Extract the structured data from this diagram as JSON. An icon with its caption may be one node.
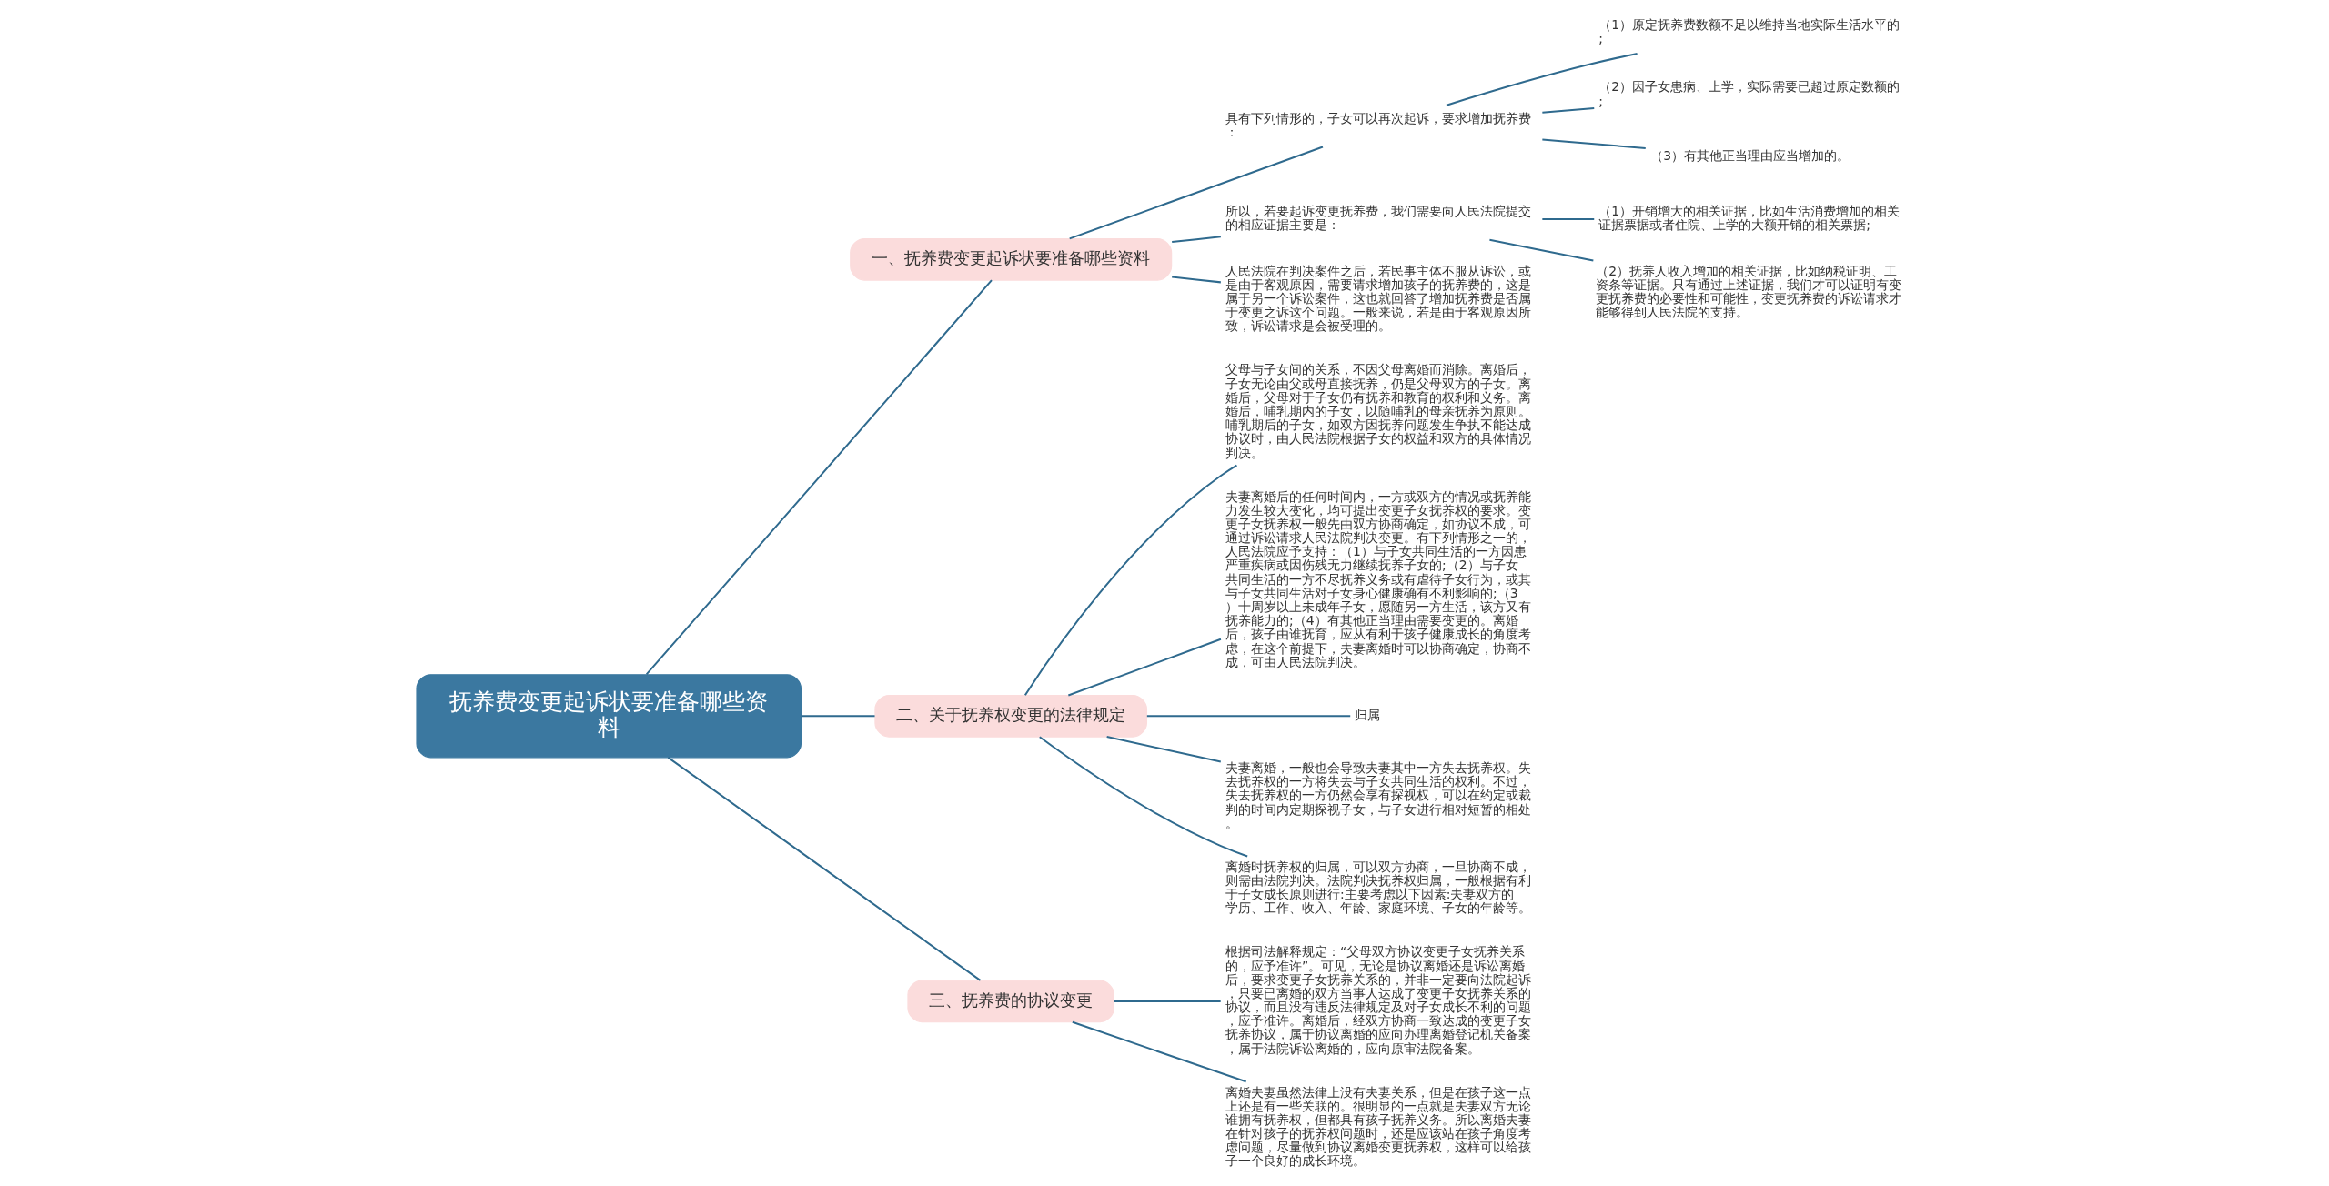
{
  "diagram": {
    "nodes": [
      {
        "text": [
          "抚养费变更起诉状要准备哪些资料"
        ]
      },
      {
        "text": [
          "一、抚养费变更起诉状要准备哪些资料"
        ]
      },
      {
        "text": [
          "具有下列情形的，子女可以再次起诉，要求增加抚养费："
        ]
      },
      {
        "text": [
          "（1）原定抚养费数额不足以维持当地实际生活水平的;"
        ]
      },
      {
        "text": [
          "（2）因子女患病、上学，实际需要已超过原定数额的;"
        ]
      },
      {
        "text": [
          "（3）有其他正当理由应当增加的。"
        ]
      },
      {
        "text": [
          "所以，若要起诉变更抚养费，我们需要向人民法院提交的相应证据主要是："
        ]
      },
      {
        "text": [
          "（1）开销增大的相关证据，比如生活消费增加的相关证据票据或者住院、上学的大额开销的相关票据;"
        ]
      },
      {
        "text": [
          "（2）抚养人收入增加的相关证据，比如纳税证明、工资条等证据。只有通过上述证据，我们才可以证明有变更抚养费的必要性和可能性，变更抚养费的诉讼请求才能够得到人民法院的支持。"
        ]
      },
      {
        "text": [
          "人民法院在判决案件之后，若民事主体不服从诉讼，或是由于客观原因，需要请求增加孩子的抚养费的，这是属于另一个诉讼案件，这也就回答了增加抚养费是否属于变更之诉这个问题。一般来说，若是由于客观原因所致，诉讼请求是会被受理的。"
        ]
      },
      {
        "text": [
          "二、关于抚养权变更的法律规定"
        ]
      },
      {
        "text": [
          "父母与子女间的关系，不因父母离婚而消除。离婚后，子女无论由父或母直接抚养，仍是父母双方的子女。离婚后，父母对于子女仍有抚养和教育的权利和义务。离婚后，哺乳期内的子女，以随哺乳的母亲抚养为原则。哺乳期后的子女，如双方因抚养问题发生争执不能达成协议时，由人民法院根据子女的权益和双方的具体情况判决。"
        ]
      },
      {
        "text": [
          "夫妻离婚后的任何时间内，一方或双方的情况或抚养能力发生较大变化，均可提出变更子女抚养权的要求。变更子女抚养权一般先由双方协商确定，如协议不成，可通过诉讼请求人民法院判决变更。有下列情形之一的，人民法院应予支持：（1）与子女共同生活的一方因患严重疾病或因伤残无力继续抚养子女的;（2）与子女共同生活的一方不尽抚养义务或有虐待子女行为，或其与子女共同生活对子女身心健康确有不利影响的;（3）十周岁以上未成年子女，愿随另一方生活，该方又有抚养能力的;（4）有其他正当理由需要变更的。离婚后，孩子由谁抚育，应从有利于孩子健康成长的角度考虑，在这个前提下，夫妻离婚时可以协商确定，协商不成，可由人民法院判决。"
        ]
      },
      {
        "text": [
          "归属"
        ]
      },
      {
        "text": [
          "夫妻离婚，一般也会导致夫妻其中一方失去抚养权。失去抚养权的一方将失去与子女共同生活的权利。不过，失去抚养权的一方仍然会享有探视权，可以在约定或裁判的时间内定期探视子女，与子女进行相对短暂的相处。"
        ]
      },
      {
        "text": [
          "离婚时抚养权的归属，可以双方协商，一旦协商不成，则需由法院判决。法院判决抚养权归属，一般根据有利于子女成长原则进行:主要考虑以下因素:夫妻双方的学历、工作、收入、年龄、家庭环境、子女的年龄等。"
        ]
      },
      {
        "text": [
          "三、抚养费的协议变更"
        ]
      },
      {
        "text": [
          "根据司法解释规定：“父母双方协议变更子女抚养关系的，应予准许”。可见，无论是协议离婚还是诉讼离婚后，要求变更子女抚养关系的，并非一定要向法院起诉，只要已离婚的双方当事人达成了变更子女抚养关系的协议，而且没有违反法律规定及对子女成长不利的问题，应予准许。离婚后，经双方协商一致达成的变更子女抚养协议，属于协议离婚的应向办理离婚登记机关备案，属于法院诉讼离婚的，应向原审法院备案。"
        ]
      },
      {
        "text": [
          "离婚夫妻虽然法律上没有夫妻关系，但是在孩子这一点上还是有一些关联的。很明显的一点就是夫妻双方无论谁拥有抚养权，但都具有孩子抚养义务。所以离婚夫妻在针对孩子的抚养权问题时，还是应该站在孩子角度考虑问题，尽量做到协议离婚变更抚养权，这样可以给孩子一个良好的成长环境。"
        ]
      }
    ],
    "edges": [
      {
        "from": 0,
        "to": 1,
        "arrow": "none"
      },
      {
        "from": 1,
        "to": 2,
        "arrow": "none"
      },
      {
        "from": 2,
        "to": 3,
        "arrow": "none"
      },
      {
        "from": 2,
        "to": 4,
        "arrow": "none"
      },
      {
        "from": 2,
        "to": 5,
        "arrow": "none"
      },
      {
        "from": 1,
        "to": 6,
        "arrow": "none"
      },
      {
        "from": 6,
        "to": 7,
        "arrow": "none"
      },
      {
        "from": 6,
        "to": 8,
        "arrow": "none"
      },
      {
        "from": 1,
        "to": 9,
        "arrow": "none"
      },
      {
        "from": 0,
        "to": 10,
        "arrow": "none"
      },
      {
        "from": 10,
        "to": 11,
        "arrow": "none"
      },
      {
        "from": 10,
        "to": 12,
        "arrow": "none"
      },
      {
        "from": 10,
        "to": 13,
        "arrow": "none"
      },
      {
        "from": 10,
        "to": 14,
        "arrow": "none"
      },
      {
        "from": 10,
        "to": 15,
        "arrow": "none"
      },
      {
        "from": 0,
        "to": 16,
        "arrow": "none"
      },
      {
        "from": 16,
        "to": 17,
        "arrow": "none"
      },
      {
        "from": 16,
        "to": 18,
        "arrow": "none"
      }
    ]
  }
}
